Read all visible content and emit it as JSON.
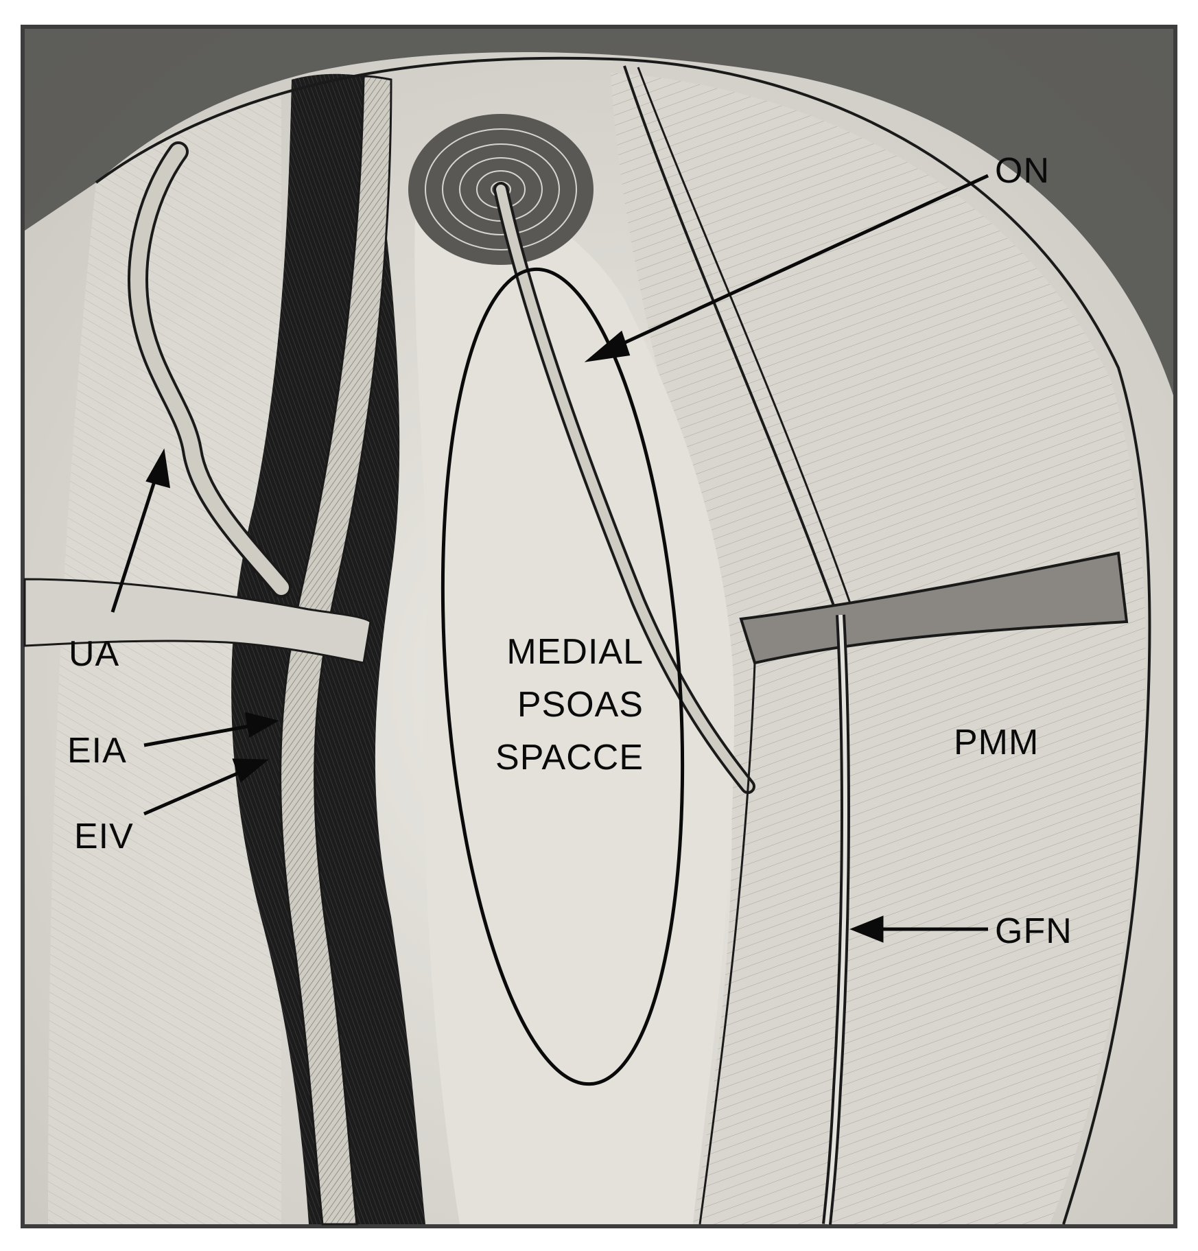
{
  "figure": {
    "labels": {
      "on": "ON",
      "ua": "UA",
      "eia": "EIA",
      "eiv": "EIV",
      "gfn": "GFN",
      "pmm": "PMM",
      "medial_line1": "MEDIAL",
      "medial_line2": "PSOAS",
      "medial_line3": "SPACCE"
    },
    "colors": {
      "background": "#ffffff",
      "frame": "#3a3a3a",
      "paper": "#e4e2dc",
      "vein": "#1f1f1f",
      "artery": "#bdbab2",
      "muscle": "#d6d3cc",
      "ink": "#0a0a0a"
    }
  }
}
